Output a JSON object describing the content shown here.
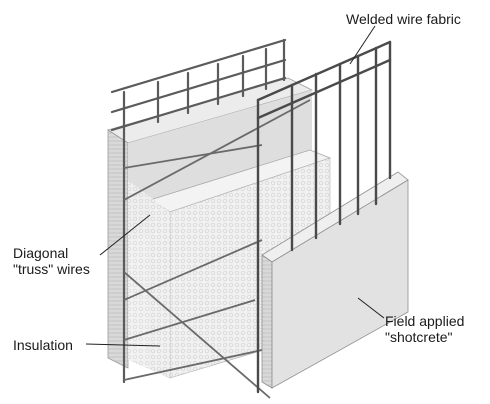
{
  "labels": {
    "welded_wire_fabric": "Welded wire fabric",
    "diagonal_truss_wires": [
      "Diagonal",
      "\"truss\" wires"
    ],
    "insulation": "Insulation",
    "field_applied_shotcrete": [
      "Field applied",
      "\"shotcrete\""
    ]
  }
}
